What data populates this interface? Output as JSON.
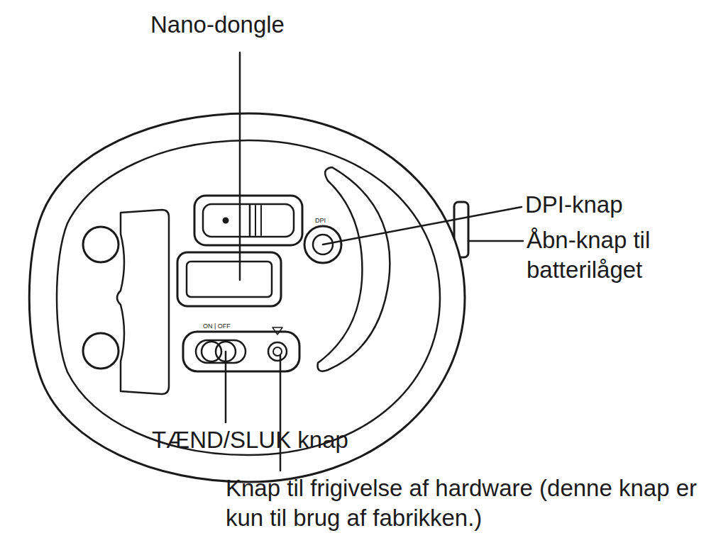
{
  "diagram": {
    "labels": [
      "Nano-dongle",
      "DPI-knap",
      "Åbn-knap til batterilåget",
      "TÆND/SLUK knap",
      "Knap til frigivelse af hardware (denne knap er kun til brug af fabrikken.)",
      "DPI",
      "ON | OFF"
    ]
  }
}
